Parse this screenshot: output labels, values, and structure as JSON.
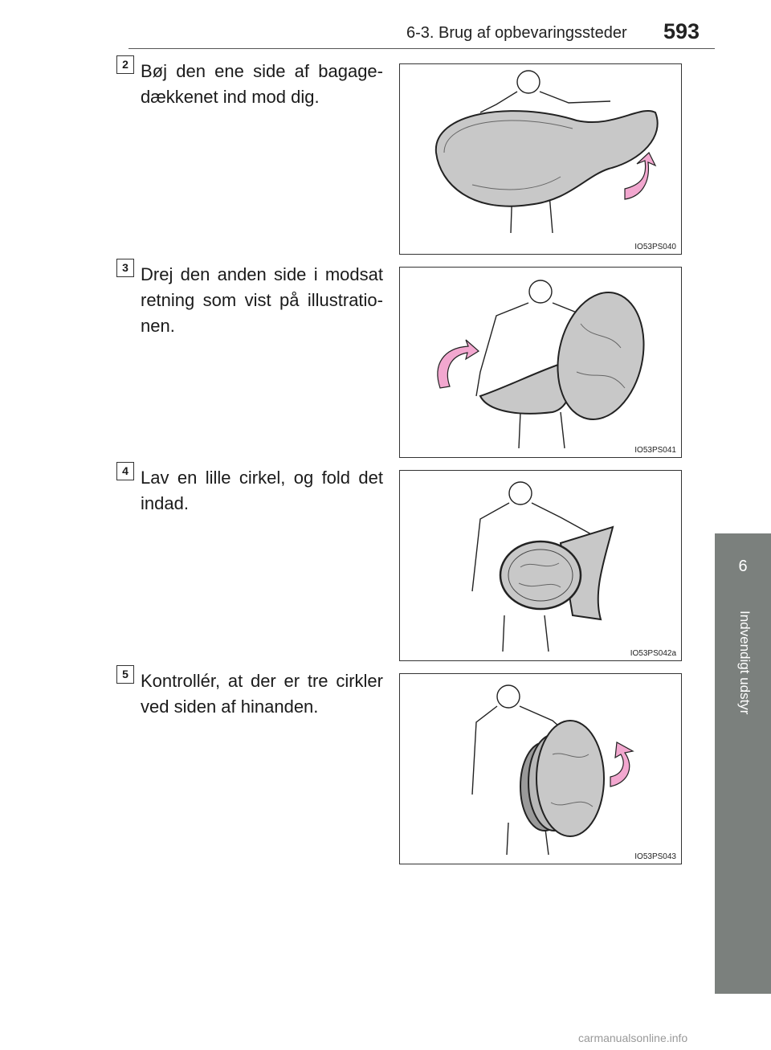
{
  "header": {
    "section": "6-3. Brug af opbevaringssteder",
    "page_number": "593"
  },
  "side_tab": {
    "chapter_number": "6",
    "chapter_title": "Indvendigt udstyr"
  },
  "steps": [
    {
      "number": "2",
      "text": "Bøj den ene side af bagage-dækkenet ind mod dig.",
      "figure_code": "IO53PS040"
    },
    {
      "number": "3",
      "text": "Drej den anden side i modsat retning som vist på illustratio-nen.",
      "figure_code": "IO53PS041"
    },
    {
      "number": "4",
      "text": "Lav en lille cirkel, og fold det indad.",
      "figure_code": "IO53PS042a"
    },
    {
      "number": "5",
      "text": "Kontrollér, at der er tre cirkler ved siden af hinanden.",
      "figure_code": "IO53PS043"
    }
  ],
  "footer": {
    "watermark": "carmanualsonline.info"
  },
  "colors": {
    "tab_gray": "#7b807d",
    "cover_gray": "#c8c8c8",
    "arrow_pink": "#f2a7cf"
  }
}
